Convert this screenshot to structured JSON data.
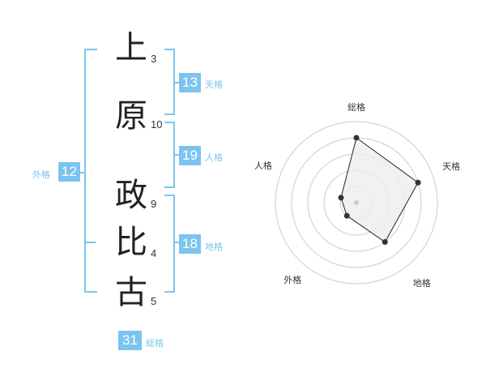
{
  "name": {
    "chars": [
      {
        "char": "上",
        "strokes": "3"
      },
      {
        "char": "原",
        "strokes": "10"
      },
      {
        "char": "政",
        "strokes": "9"
      },
      {
        "char": "比",
        "strokes": "4"
      },
      {
        "char": "古",
        "strokes": "5"
      }
    ]
  },
  "fortunes": {
    "tenkaku": {
      "value": "13",
      "label": "天格"
    },
    "jinkaku": {
      "value": "19",
      "label": "人格"
    },
    "chikaku": {
      "value": "18",
      "label": "地格"
    },
    "gaikaku": {
      "value": "12",
      "label": "外格"
    },
    "soukaku": {
      "value": "31",
      "label": "総格"
    }
  },
  "colors": {
    "accent": "#7cc4ef",
    "line": "#222222",
    "fill": "#eeeeee"
  },
  "chart_data": {
    "type": "radar",
    "axes": [
      "総格",
      "天格",
      "地格",
      "外格",
      "人格"
    ],
    "values": [
      4,
      4,
      3,
      1,
      1
    ],
    "max": 4
  }
}
